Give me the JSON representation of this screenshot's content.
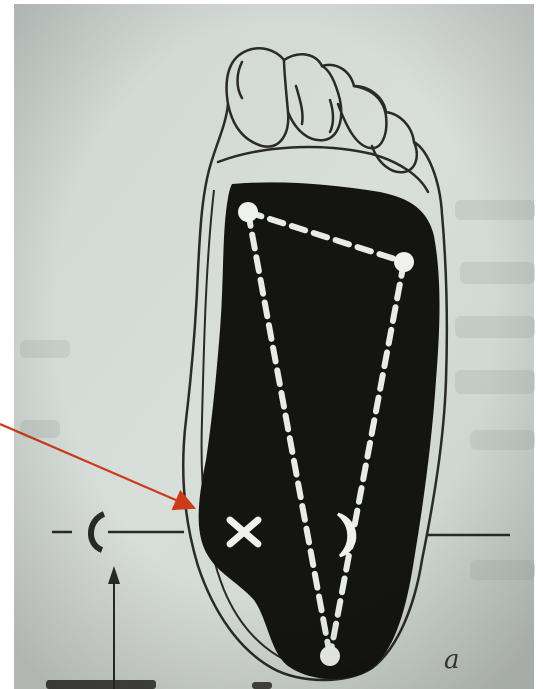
{
  "figure": {
    "panel_label": "a",
    "markers": {
      "cross": "x",
      "crescent": ")",
      "left_bracket": "("
    },
    "colors": {
      "page": "#d6ddd8",
      "sole_fill": "#141412",
      "ink": "#2a2a28",
      "dash": "#e8ece6",
      "arrow": "#cc3a1a"
    },
    "icons": [
      "foot-outline",
      "triangle-diagram",
      "pointer-arrow",
      "vertical-arrow"
    ]
  }
}
